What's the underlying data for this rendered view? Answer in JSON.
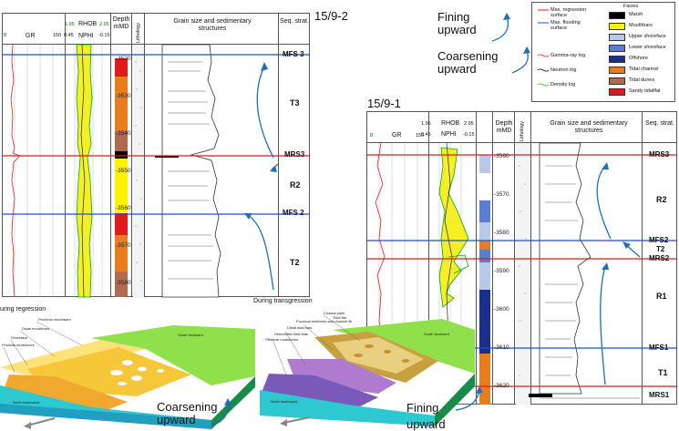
{
  "well_a": {
    "title": "15/9-2",
    "headers": {
      "gr": "GR",
      "gr_min": "0",
      "gr_max": "150",
      "rhob": "RHOB",
      "rhob_min": "1.95",
      "rhob_max": "2.95",
      "nphi": "NPHI",
      "nphi_min": "0.45",
      "nphi_max": "-0.15",
      "depth": "Depth mMD",
      "lithology": "Lithology",
      "grain": "Grain size and sedimentary structures",
      "seq": "Seq. strat."
    },
    "depths": [
      "-3520",
      "-3530",
      "-3540",
      "-3550",
      "-3560",
      "-3570",
      "-3580"
    ],
    "surfaces": [
      "MFS 3",
      "MRS3",
      "MFS 2"
    ],
    "units": [
      "T3",
      "R2",
      "T2"
    ],
    "notes": [
      "During transgression",
      "uring regression"
    ]
  },
  "well_b": {
    "title": "15/9-1",
    "headers": {
      "gr": "GR",
      "gr_min": "0",
      "gr_max": "150",
      "rhob": "RHOB",
      "rhob_min": "1.95",
      "rhob_max": "2.95",
      "nphi": "NPHI",
      "nphi_min": "0.45",
      "nphi_max": "-0.15",
      "depth": "Depth mMD",
      "lithology": "Lithology",
      "grain": "Grain size and sedimentary structures",
      "seq": "Seq. strat."
    },
    "depths": [
      "-3560",
      "-3570",
      "-3580",
      "-3590",
      "-3600",
      "-3610",
      "-3620"
    ],
    "surfaces": [
      "MRS3",
      "MFS2",
      "T2",
      "MRS2",
      "MFS1",
      "MRS1"
    ],
    "units": [
      "R2",
      "R1",
      "T1"
    ]
  },
  "annotations": {
    "fining_top": "Fining\nupward",
    "coarsening_top": "Coarsening\nupward",
    "coarsening_bottom": "Coarsening\nupward",
    "fining_bottom": "Fining",
    "upward_bottom": "upward"
  },
  "legend": {
    "lines": [
      "Max. regression surface",
      "Max. flooding surface",
      "Gamma-ray log",
      "Neutron log",
      "Density log"
    ],
    "facies_title": "Facies",
    "facies": [
      {
        "label": "Marsh",
        "color": "#000000"
      },
      {
        "label": "Mouthbars",
        "color": "#fff200"
      },
      {
        "label": "Upper shoreface",
        "color": "#b8c8e8"
      },
      {
        "label": "Lower shoreface",
        "color": "#5b7fd0"
      },
      {
        "label": "Offshore",
        "color": "#1a2f8a"
      },
      {
        "label": "Tidal channel",
        "color": "#e87d1e"
      },
      {
        "label": "Tidal dunes",
        "color": "#b06a50"
      },
      {
        "label": "Sandy tidalflat",
        "color": "#e01b1b"
      }
    ]
  },
  "block_left": {
    "labels": [
      "Proximal mouthbars",
      "Distal mouthbars",
      "Shoreface",
      "Prodelta mudstones",
      "South landward",
      "North basinward"
    ]
  },
  "block_right": {
    "labels": [
      "Coastal plain",
      "Tidal flat",
      "Proximal bedforms and channel fill",
      "Distal tidal bars",
      "Heterolithic tidal flats",
      "Offshore mudstones",
      "South landward",
      "North basinward"
    ]
  },
  "colors": {
    "mfs": "#1f4fd8",
    "mrs": "#d81e1e",
    "arrow": "#1f6fb8"
  }
}
